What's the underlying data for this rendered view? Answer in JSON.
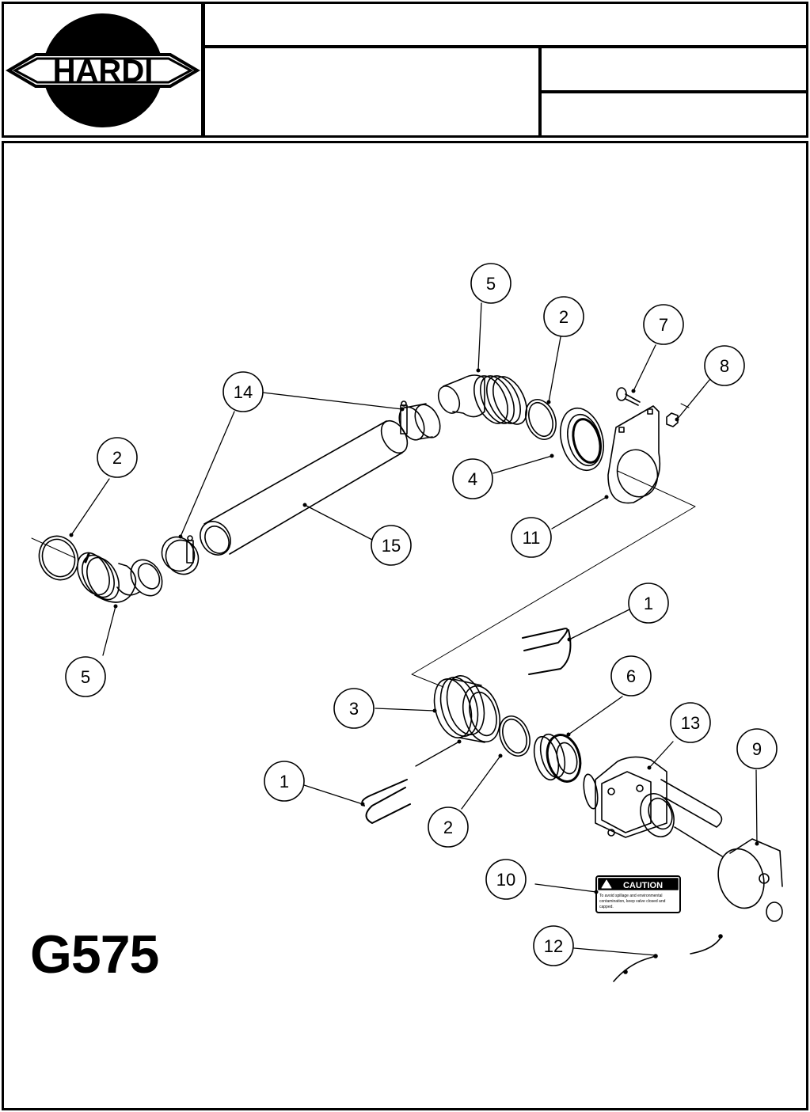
{
  "header": {
    "brand": "HARDI",
    "title": "",
    "description": "",
    "ref_top": "",
    "ref_bottom": ""
  },
  "diagram": {
    "model": "G575",
    "callouts": [
      {
        "label": "5"
      },
      {
        "label": "2"
      },
      {
        "label": "7"
      },
      {
        "label": "8"
      },
      {
        "label": "14"
      },
      {
        "label": "2"
      },
      {
        "label": "4"
      },
      {
        "label": "11"
      },
      {
        "label": "15"
      },
      {
        "label": "5"
      },
      {
        "label": "1"
      },
      {
        "label": "6"
      },
      {
        "label": "3"
      },
      {
        "label": "13"
      },
      {
        "label": "9"
      },
      {
        "label": "1"
      },
      {
        "label": "2"
      },
      {
        "label": "10"
      },
      {
        "label": "12"
      }
    ],
    "decal": {
      "heading": "CAUTION",
      "body": [
        "To avoid spillage and environmental",
        "contamination, keep valve closed and",
        "capped."
      ]
    }
  },
  "colors": {
    "ink": "#000000",
    "paper": "#ffffff"
  }
}
